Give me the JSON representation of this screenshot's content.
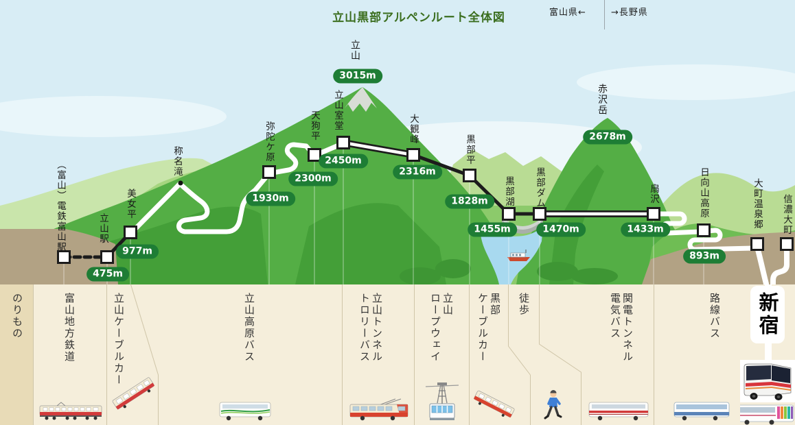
{
  "title": "立山黒部アルペンルート全体図",
  "prefectures": {
    "left": "富山県←",
    "right": "→長野県"
  },
  "peaks": [
    {
      "label": "立山",
      "elevation": "3015m"
    },
    {
      "label": "赤沢岳",
      "elevation": "2678m"
    }
  ],
  "poi": {
    "label": "称名滝"
  },
  "stations": [
    {
      "label": "（富山）電鉄富山駅"
    },
    {
      "label": "立山駅",
      "elevation": "475m"
    },
    {
      "label": "美女平",
      "elevation": "977m"
    },
    {
      "label": "弥陀ケ原",
      "elevation": "1930m"
    },
    {
      "label": "天狗平",
      "elevation": "2300m"
    },
    {
      "label": "立山室堂",
      "elevation": "2450m"
    },
    {
      "label": "大観峰",
      "elevation": "2316m"
    },
    {
      "label": "黒部平",
      "elevation": "1828m"
    },
    {
      "label": "黒部湖",
      "elevation": "1455m"
    },
    {
      "label": "黒部ダム",
      "elevation": "1470m"
    },
    {
      "label": "扇沢",
      "elevation": "1433m"
    },
    {
      "label": "日向山高原",
      "elevation": "893m"
    },
    {
      "label": "大町温泉郷"
    },
    {
      "label": "信濃大町"
    }
  ],
  "destination": {
    "label": "新宿"
  },
  "transport": {
    "header": "のりもの",
    "modes": [
      {
        "label": "富山地方鉄道",
        "icon": "local-train-icon"
      },
      {
        "label": "立山ケーブルカー",
        "icon": "cable-car-icon"
      },
      {
        "label": "立山高原バス",
        "icon": "highland-bus-icon"
      },
      {
        "label": "立山トンネル\nトロリーバス",
        "icon": "trolleybus-icon"
      },
      {
        "label": "立山\nロープウェイ",
        "icon": "ropeway-icon"
      },
      {
        "label": "黒部\nケーブルカー",
        "icon": "incline-cable-car-icon"
      },
      {
        "label": "徒歩",
        "icon": "pedestrian-icon"
      },
      {
        "label": "関電トンネル\n電気バス",
        "icon": "electric-bus-icon"
      },
      {
        "label": "路線バス",
        "icon": "route-bus-icon"
      },
      {
        "label": "",
        "icon": "highway-bus-icon"
      }
    ]
  },
  "colors": {
    "badge_green": "#1e7d35",
    "title_green": "#3b6e1f",
    "sky": "#d8edf5",
    "mountain_green": "#54ae45",
    "ground_tan": "#b2a284",
    "lake_blue": "#a8d9ef",
    "table_bg": "#f5eedb",
    "table_header_bg": "#e8dbb7"
  }
}
